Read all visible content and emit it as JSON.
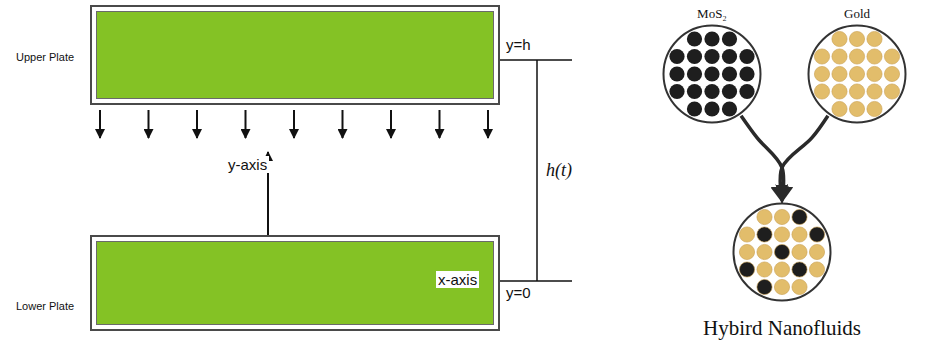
{
  "diagram": {
    "nodes": [
      {
        "text": [
          "Upper Plate"
        ]
      },
      {
        "text": [
          "Lower Plate"
        ]
      },
      {
        "text": [
          "MoS₂"
        ]
      },
      {
        "text": [
          "Gold"
        ]
      },
      {
        "text": [
          "Hybird Nanofluids"
        ]
      }
    ],
    "edges": [
      {
        "from": 2,
        "to": 4,
        "arrow": "to"
      },
      {
        "from": 3,
        "to": 4,
        "arrow": "to"
      }
    ],
    "labels": [
      "y-axis",
      "x-axis",
      "y=h",
      "y=0",
      "h(t)"
    ]
  }
}
